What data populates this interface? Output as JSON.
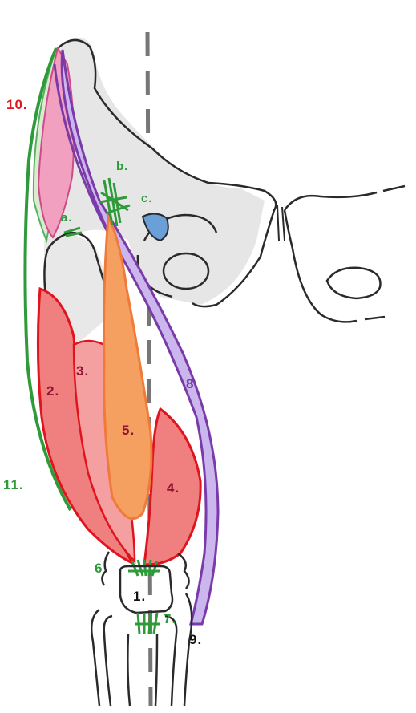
{
  "colors": {
    "pencil": "#2a2a2a",
    "label_red": "#e0141e",
    "label_green": "#2f9a3a",
    "label_purple": "#7a3aa8",
    "label_maroon": "#8f1430",
    "label_black": "#111111",
    "muscle_pink": "#e94a6a",
    "muscle_orange": "#f07a3a",
    "muscle_lilac": "#b79be0",
    "tendon_green": "#2f9a3a",
    "bursa_blue": "#6a9fd8",
    "shade_grey": "#d9d9d9"
  },
  "labels": [
    {
      "id": "10",
      "text": "10.",
      "color": "label_red"
    },
    {
      "id": "a",
      "text": "a.",
      "color": "label_green"
    },
    {
      "id": "b",
      "text": "b.",
      "color": "label_green"
    },
    {
      "id": "c",
      "text": "c.",
      "color": "label_green"
    },
    {
      "id": "2",
      "text": "2.",
      "color": "label_maroon"
    },
    {
      "id": "3",
      "text": "3.",
      "color": "label_maroon"
    },
    {
      "id": "5",
      "text": "5.",
      "color": "label_maroon"
    },
    {
      "id": "4",
      "text": "4.",
      "color": "label_maroon"
    },
    {
      "id": "8",
      "text": "8.",
      "color": "label_purple"
    },
    {
      "id": "11",
      "text": "11.",
      "color": "label_green"
    },
    {
      "id": "6",
      "text": "6",
      "color": "label_green"
    },
    {
      "id": "1",
      "text": "1.",
      "color": "label_black"
    },
    {
      "id": "7",
      "text": "7.",
      "color": "label_green"
    },
    {
      "id": "9",
      "text": "9.",
      "color": "label_black"
    }
  ]
}
